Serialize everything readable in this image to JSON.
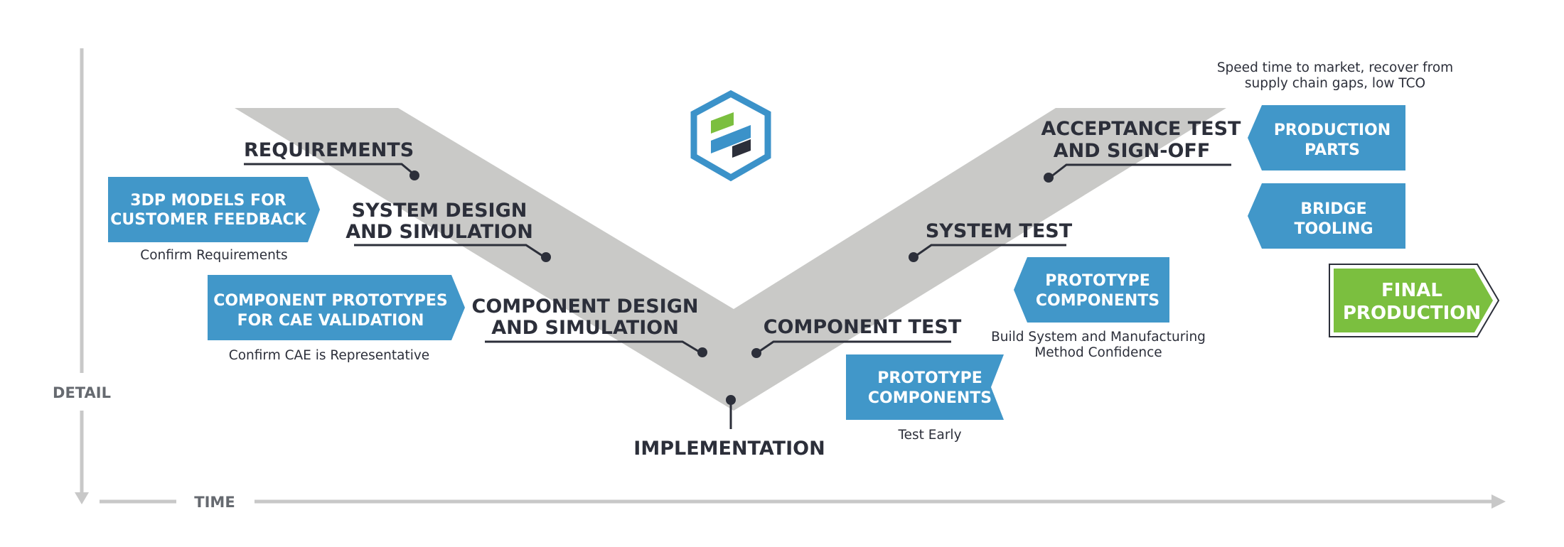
{
  "axes": {
    "y_label": "DETAIL",
    "x_label": "TIME"
  },
  "stages": {
    "requirements": "REQUIREMENTS",
    "system_design": [
      "SYSTEM DESIGN",
      "AND SIMULATION"
    ],
    "component_design": [
      "COMPONENT DESIGN",
      "AND SIMULATION"
    ],
    "implementation": "IMPLEMENTATION",
    "component_test": "COMPONENT TEST",
    "system_test": "SYSTEM TEST",
    "acceptance_test": [
      "ACCEPTANCE TEST",
      "AND SIGN-OFF"
    ]
  },
  "callouts": {
    "models_feedback": {
      "lines": [
        "3DP MODELS FOR",
        "CUSTOMER FEEDBACK"
      ],
      "caption": [
        "Confirm Requirements"
      ]
    },
    "cae_prototypes": {
      "lines": [
        "COMPONENT PROTOTYPES",
        "FOR CAE VALIDATION"
      ],
      "caption": [
        "Confirm CAE is Representative"
      ]
    },
    "prototype_test_early": {
      "lines": [
        "PROTOTYPE",
        "COMPONENTS"
      ],
      "caption": [
        "Test Early"
      ]
    },
    "prototype_system": {
      "lines": [
        "PROTOTYPE",
        "COMPONENTS"
      ],
      "caption": [
        "Build System and Manufacturing",
        "Method Confidence"
      ]
    },
    "production_parts": {
      "lines": [
        "PRODUCTION",
        "PARTS"
      ],
      "caption": [
        "Speed time to market, recover from",
        "supply chain gaps, low TCO"
      ]
    },
    "bridge_tooling": {
      "lines": [
        "BRIDGE",
        "TOOLING"
      ]
    },
    "final_production": {
      "lines": [
        "FINAL",
        "PRODUCTION"
      ]
    }
  },
  "colors": {
    "callout_blue": "#4197c9",
    "final_green": "#7bbf3f",
    "v_gray": "#c9c9c7",
    "text_dark": "#2c2f3a",
    "logo_blue": "#3b92c9"
  },
  "icons": {
    "logo": "hexagon-logo-icon"
  }
}
